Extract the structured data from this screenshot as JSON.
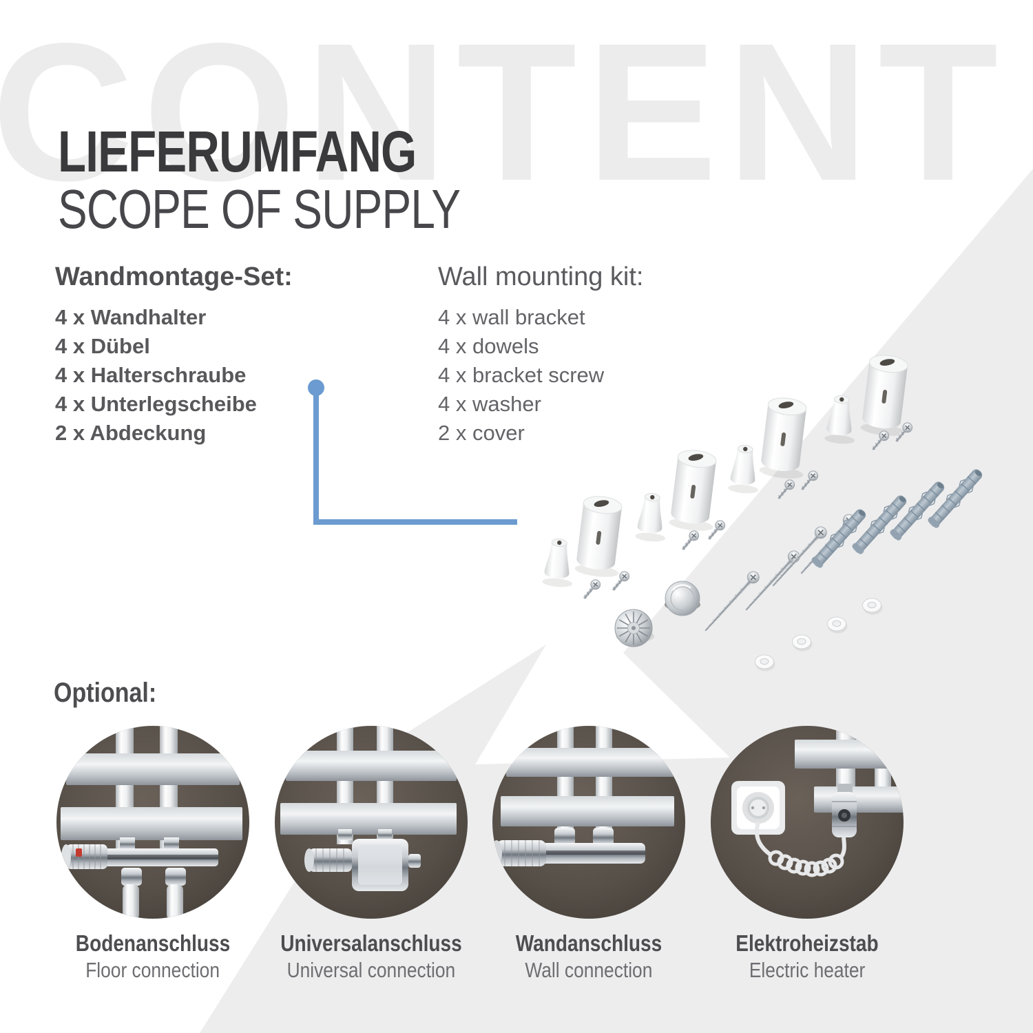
{
  "watermark": "CONTENT",
  "header": {
    "title_de": "LIEFERUMFANG",
    "title_en": "SCOPE OF SUPPLY"
  },
  "supply": {
    "de": {
      "heading": "Wandmontage-Set:",
      "items": [
        "4 x Wandhalter",
        "4 x Dübel",
        "4 x Halterschraube",
        "4 x Unterlegscheibe",
        "2 x Abdeckung"
      ]
    },
    "en": {
      "heading": "Wall mounting kit:",
      "items": [
        "4 x wall bracket",
        "4 x dowels",
        "4 x bracket screw",
        "4 x washer",
        "2 x cover"
      ]
    }
  },
  "optional": {
    "heading": "Optional:",
    "items": [
      {
        "title_de": "Bodenanschluss",
        "title_en": "Floor connection",
        "icon": "floor-connection-photo"
      },
      {
        "title_de": "Universalanschluss",
        "title_en": "Universal connection",
        "icon": "universal-connection-photo"
      },
      {
        "title_de": "Wandanschluss",
        "title_en": "Wall connection",
        "icon": "wall-connection-photo"
      },
      {
        "title_de": "Elektroheizstab",
        "title_en": "Electric heater",
        "icon": "electric-heater-photo"
      }
    ]
  },
  "icons": {
    "kit_photo": "wall-mounting-kit-photo",
    "connector": "callout-connector-line"
  },
  "colors": {
    "accent_blue": "#6b9bd0",
    "background_gray": "#ededee",
    "watermark_gray": "#ececec",
    "heading_dark": "#3a3a3c",
    "text_gray": "#58585b",
    "photo_background": "#57504a"
  }
}
